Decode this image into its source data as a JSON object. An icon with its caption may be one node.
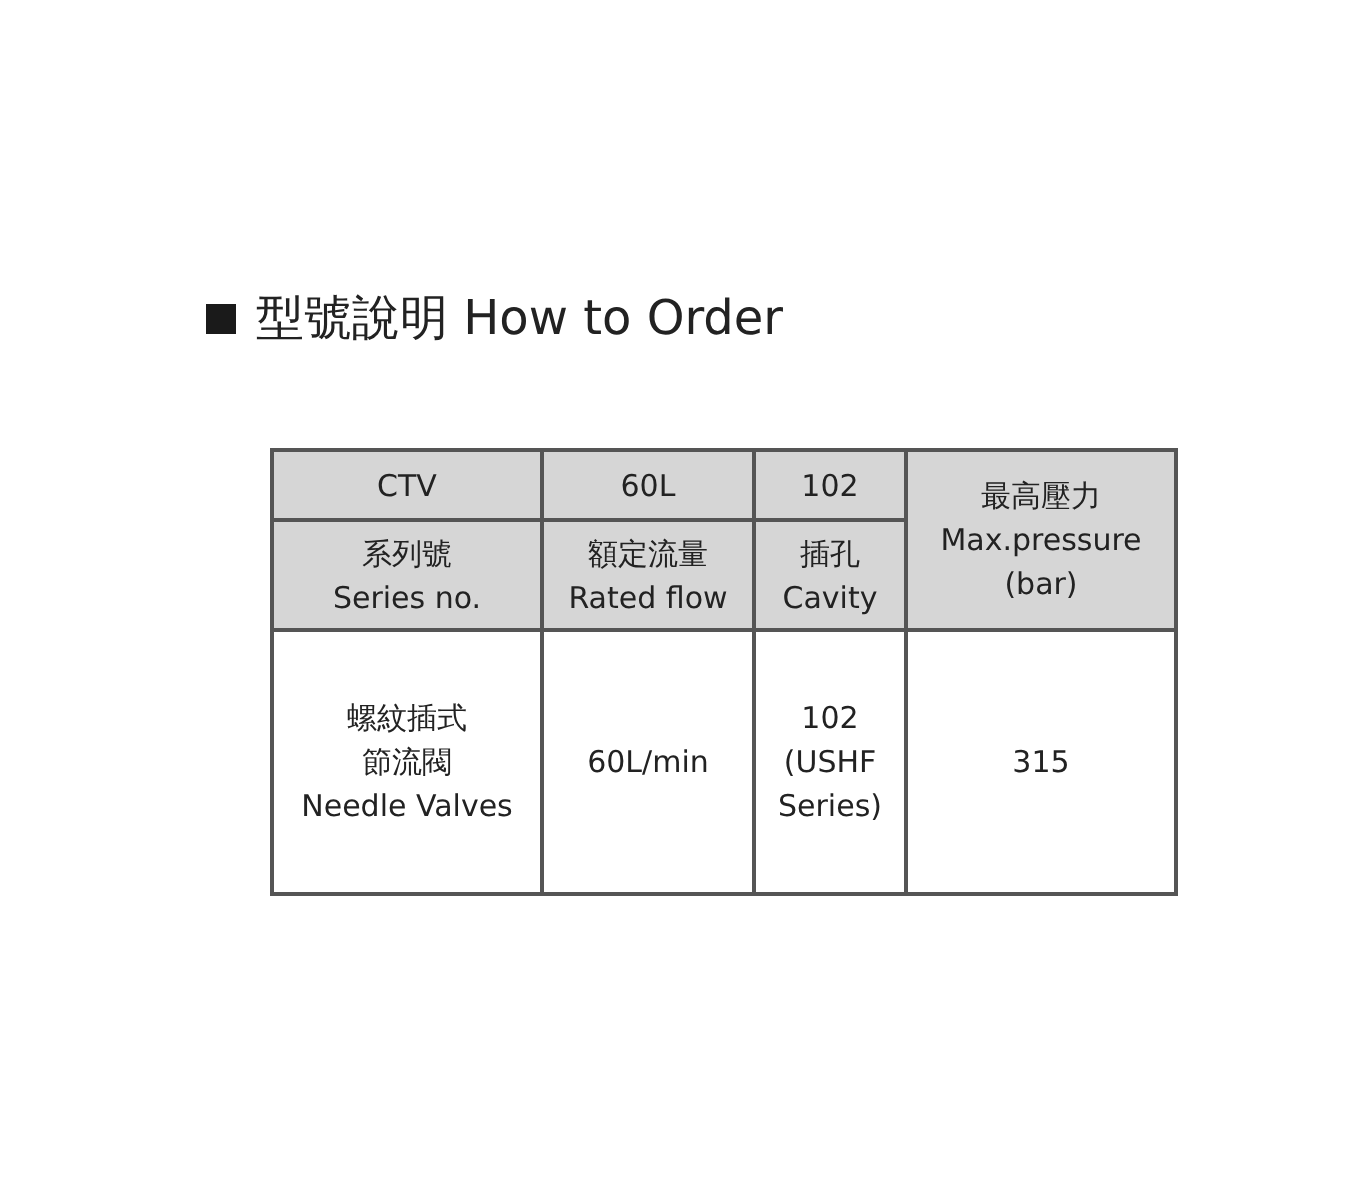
{
  "diagram": {
    "title": "型號說明 How to Order",
    "labels": [
      "CTV",
      "60L",
      "102",
      "最高壓力",
      "Max.pressure (bar)",
      "系列號",
      "Series no.",
      "額定流量",
      "Rated flow",
      "插孔",
      "Cavity",
      "螺紋插式節流閥",
      "Needle Valves",
      "60L/min",
      "102 (USHF Series)",
      "315"
    ]
  }
}
